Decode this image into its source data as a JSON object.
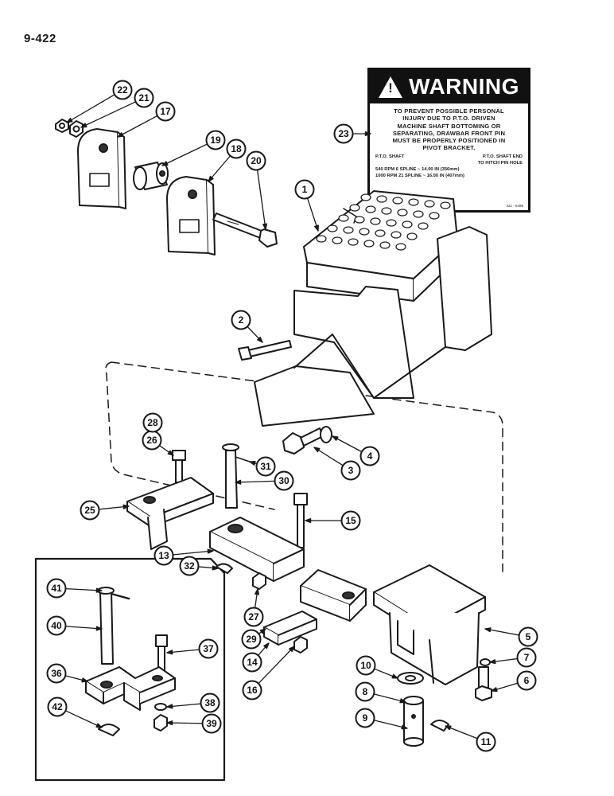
{
  "page": {
    "number": "9-422",
    "footer": ""
  },
  "warning": {
    "title": "WARNING",
    "symbol": "!",
    "message_lines": [
      "TO PREVENT POSSIBLE PERSONAL",
      "INJURY DUE TO P.T.O. DRIVEN",
      "MACHINE SHAFT BOTTOMING OR",
      "SEPARATING, DRAWBAR FRONT PIN",
      "MUST BE PROPERLY POSITIONED IN",
      "PIVOT BRACKET."
    ],
    "table_header": [
      "P.T.O. SHAFT",
      "P.T.O. SHAFT END"
    ],
    "table_subheader": "TO HITCH PIN HOLE",
    "table_rows": [
      "540 RPM 6 SPLINE  ~ 14.00 IN (356mm)",
      "1000 RPM 21 SPLINE ~ 16.00 IN (407mm)"
    ],
    "code": "321 - 5499"
  },
  "callouts": [
    {
      "n": "1"
    },
    {
      "n": "2"
    },
    {
      "n": "3"
    },
    {
      "n": "4"
    },
    {
      "n": "5"
    },
    {
      "n": "6"
    },
    {
      "n": "7"
    },
    {
      "n": "8"
    },
    {
      "n": "9"
    },
    {
      "n": "10"
    },
    {
      "n": "11"
    },
    {
      "n": "13"
    },
    {
      "n": "14"
    },
    {
      "n": "15"
    },
    {
      "n": "16"
    },
    {
      "n": "17"
    },
    {
      "n": "18"
    },
    {
      "n": "19"
    },
    {
      "n": "20"
    },
    {
      "n": "21"
    },
    {
      "n": "22"
    },
    {
      "n": "23"
    },
    {
      "n": "25"
    },
    {
      "n": "26"
    },
    {
      "n": "27"
    },
    {
      "n": "28"
    },
    {
      "n": "29"
    },
    {
      "n": "30"
    },
    {
      "n": "31"
    },
    {
      "n": "32"
    },
    {
      "n": "36"
    },
    {
      "n": "37"
    },
    {
      "n": "38"
    },
    {
      "n": "39"
    },
    {
      "n": "40"
    },
    {
      "n": "41"
    },
    {
      "n": "42"
    }
  ],
  "colors": {
    "line": "#1a1a1a",
    "paper": "#ffffff"
  }
}
